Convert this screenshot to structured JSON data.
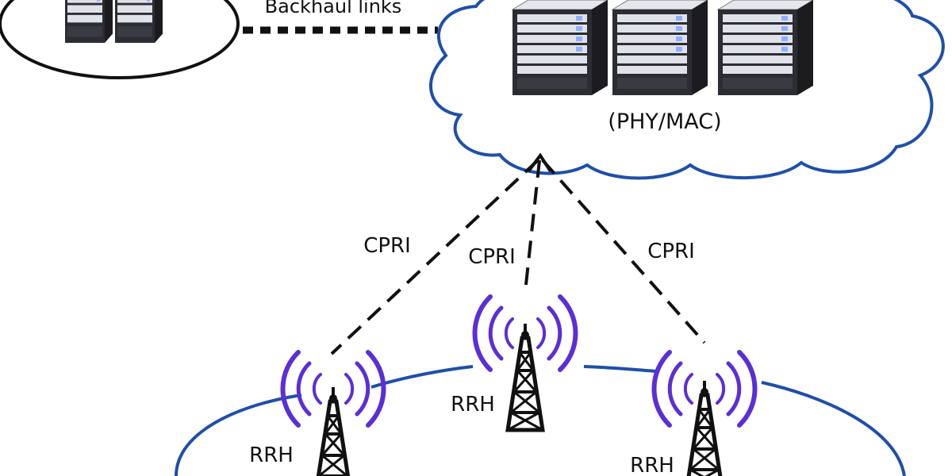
{
  "labels": {
    "backhaul": "Backhaul links",
    "bbu_pool": "(PHY/MAC)",
    "cpri_left": "CPRI",
    "cpri_center": "CPRI",
    "cpri_right": "CPRI",
    "rrh_left": "RRH",
    "rrh_center": "RRH",
    "rrh_right": "RRH"
  },
  "colors": {
    "cloud_outline": "#1f4fa8",
    "ring_outline": "#1f4fa8",
    "signal_waves": "#5a2fd6",
    "server_body": "#2a2a30",
    "server_panel": "#e2e4ea",
    "tower": "#111111",
    "link_dash": "#111111"
  },
  "icons": {
    "server": "server-rack-icon",
    "tower": "radio-tower-icon",
    "waves": "signal-waves-icon"
  }
}
